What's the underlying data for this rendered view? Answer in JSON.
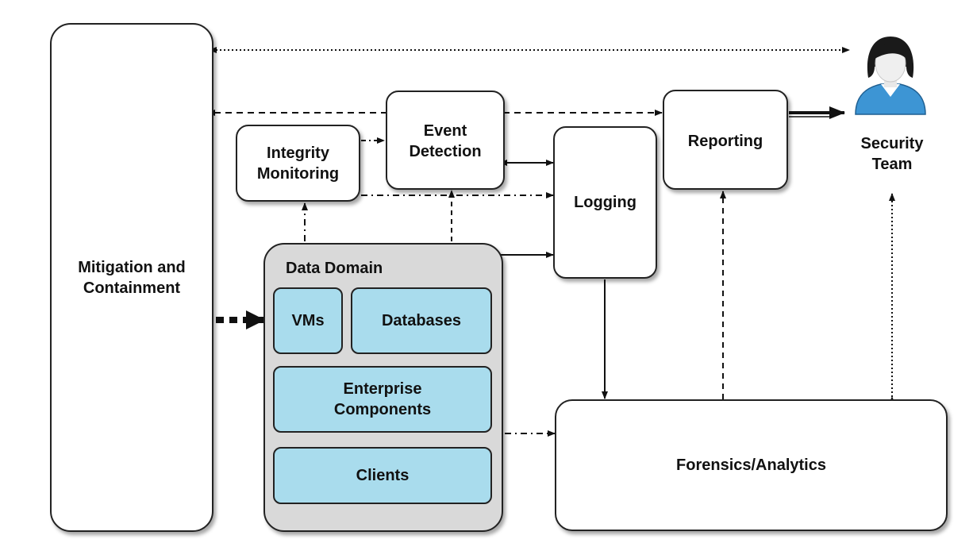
{
  "nodes": {
    "mitigation": "Mitigation and\nContainment",
    "integrity": "Integrity\nMonitoring",
    "event": "Event\nDetection",
    "logging": "Logging",
    "reporting": "Reporting",
    "security_team": "Security\nTeam",
    "forensics": "Forensics/Analytics"
  },
  "data_domain": {
    "title": "Data Domain",
    "items": {
      "vms": "VMs",
      "databases": "Databases",
      "enterprise": "Enterprise\nComponents",
      "clients": "Clients"
    }
  },
  "colors": {
    "inner_fill": "#a9dced",
    "domain_fill": "#d9d9d9",
    "person_shirt": "#3d95d4"
  },
  "icons": {
    "person": "user-icon"
  }
}
